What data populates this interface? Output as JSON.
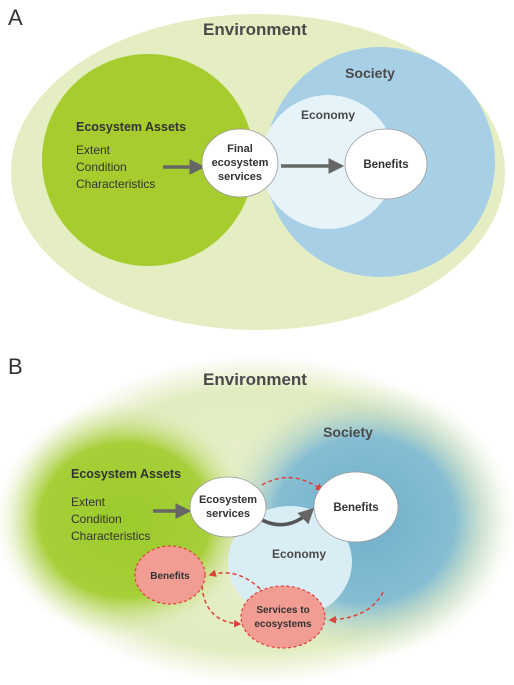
{
  "panelA": {
    "letter": "A",
    "environment": "Environment",
    "society": "Society",
    "economy": "Economy",
    "assets_title": "Ecosystem Assets",
    "assets_items": [
      "Extent",
      "Condition",
      "Characteristics"
    ],
    "services_lines": [
      "Final",
      "ecosystem",
      "services"
    ],
    "benefits": "Benefits"
  },
  "panelB": {
    "letter": "B",
    "environment": "Environment",
    "society": "Society",
    "economy": "Economy",
    "assets_title": "Ecosystem Assets",
    "assets_items": [
      "Extent",
      "Condition",
      "Characteristics"
    ],
    "services_lines": [
      "Ecosystem",
      "services"
    ],
    "benefits": "Benefits",
    "benefits_eco": "Benefits",
    "services_to_eco_lines": [
      "Services to",
      "ecosystems"
    ]
  },
  "colors": {
    "environment": "#e5eec2",
    "assets": "#a6cc2e",
    "society": "#a7cfe6",
    "society_b": "#7fb8cf",
    "economy": "#e6f3f8",
    "title": "#4a4a4a",
    "arrow": "#666666",
    "pink_fill": "#f29d93",
    "pink_stroke": "#e0403a"
  }
}
